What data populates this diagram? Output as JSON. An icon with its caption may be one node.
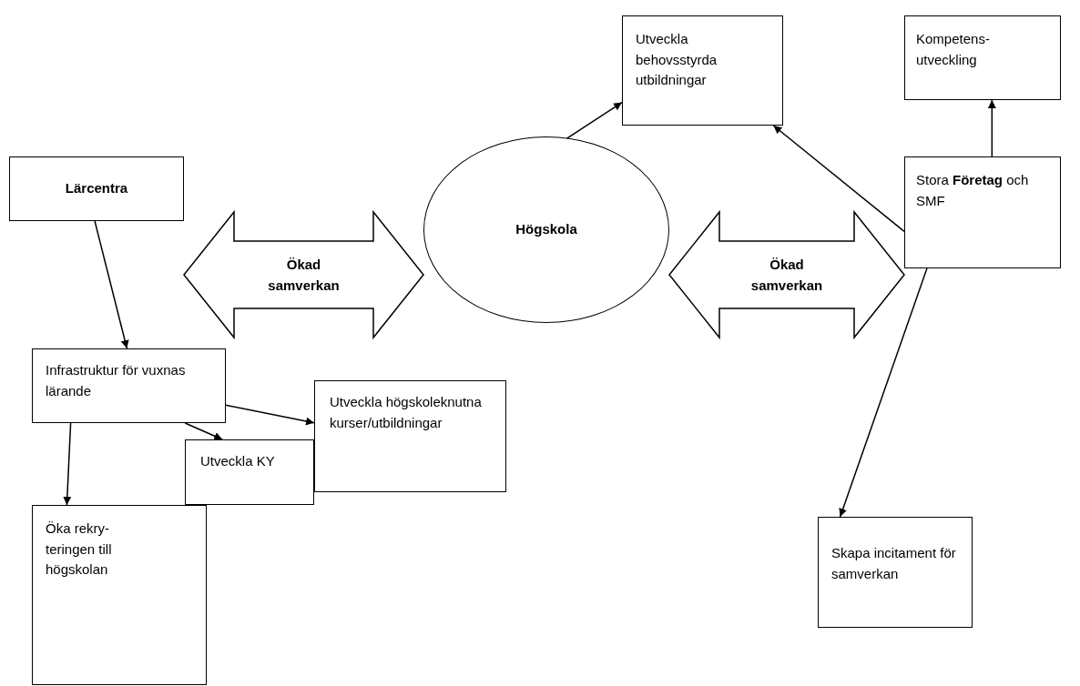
{
  "diagram": {
    "nodes": [
      {
        "text": [
          "Lärcentra"
        ]
      },
      {
        "text": [
          "Högskola"
        ]
      },
      {
        "text": [
          "Utveckla behovsstyrda utbildningar"
        ]
      },
      {
        "text": [
          "Kompetens-utveckling"
        ]
      },
      {
        "text": [
          "Stora **Företag** och SMF"
        ]
      },
      {
        "text": [
          "Infrastruktur för vuxnas lärande"
        ]
      },
      {
        "text": [
          "Utveckla högskoleknutna kurser/utbildningar"
        ]
      },
      {
        "text": [
          "Utveckla KY"
        ]
      },
      {
        "text": [
          "Öka rekry-teringen till högskolan"
        ]
      },
      {
        "text": [
          "Skapa incitament för samverkan"
        ]
      }
    ],
    "edges": [
      {
        "from": 0,
        "to": 1,
        "arrow": "both",
        "label": "Ökad samverkan",
        "style": "thick"
      },
      {
        "from": 1,
        "to": 4,
        "arrow": "both",
        "label": "Ökad samverkan",
        "style": "thick"
      },
      {
        "from": 0,
        "to": 5,
        "arrow": "to"
      },
      {
        "from": 1,
        "to": 2,
        "arrow": "to"
      },
      {
        "from": 4,
        "to": 2,
        "arrow": "to"
      },
      {
        "from": 4,
        "to": 3,
        "arrow": "to"
      },
      {
        "from": 4,
        "to": 9,
        "arrow": "to"
      },
      {
        "from": 5,
        "to": 6,
        "arrow": "to"
      },
      {
        "from": 5,
        "to": 7,
        "arrow": "to"
      },
      {
        "from": 5,
        "to": 8,
        "arrow": "to"
      }
    ]
  }
}
